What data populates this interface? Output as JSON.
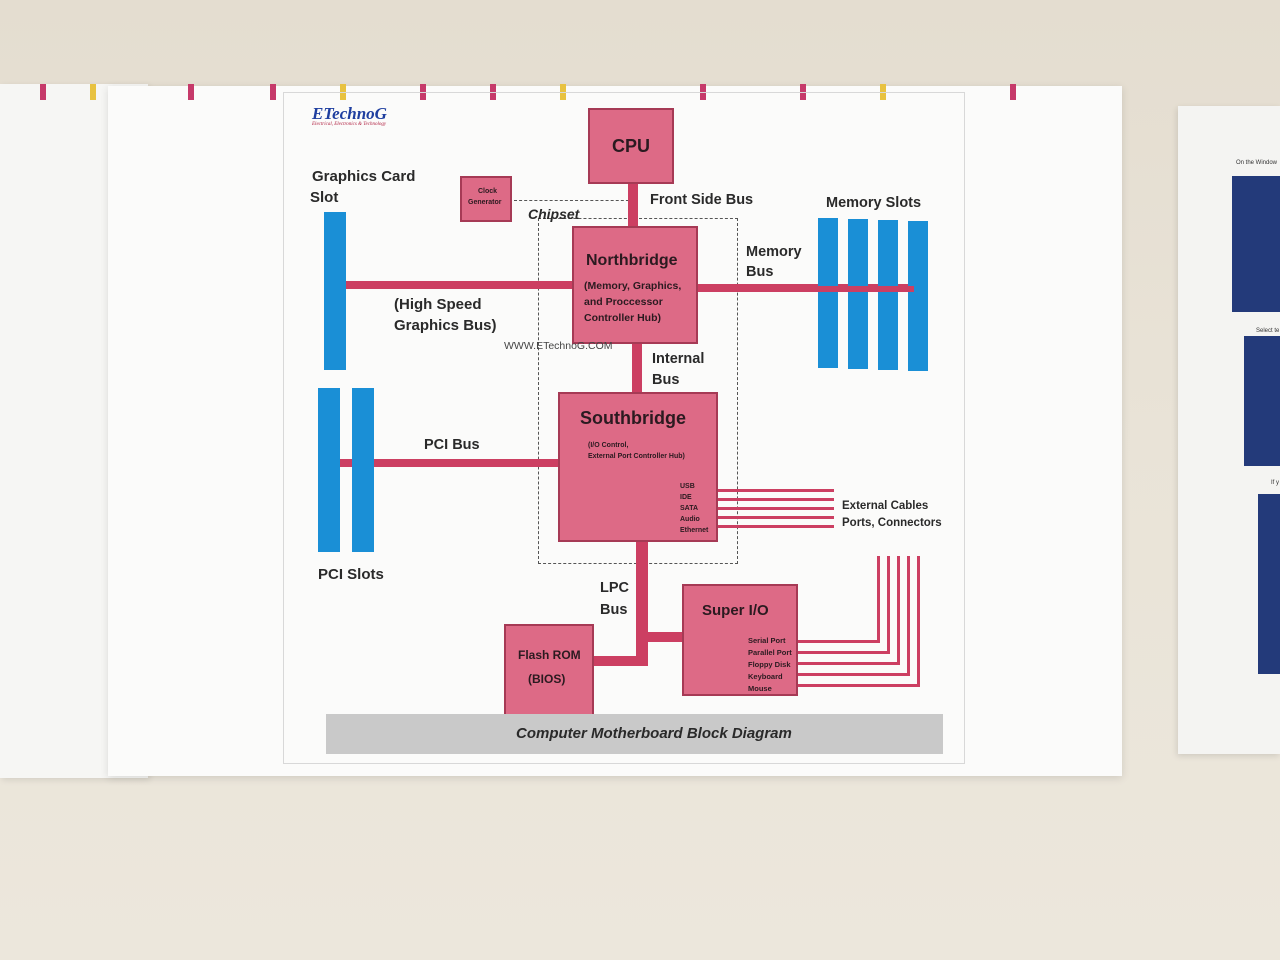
{
  "logo": {
    "brand": "ETechnoG",
    "tagline": "Electrical, Electronics & Technology"
  },
  "blocks": {
    "cpu": "CPU",
    "clock_line1": "Clock",
    "clock_line2": "Generator",
    "northbridge_title": "Northbridge",
    "northbridge_desc1": "(Memory, Graphics,",
    "northbridge_desc2": "and Proccessor",
    "northbridge_desc3": "Controller Hub)",
    "southbridge_title": "Southbridge",
    "southbridge_desc1": "(I/O Control,",
    "southbridge_desc2": "External Port Controller Hub)",
    "southbridge_ports": [
      "USB",
      "IDE",
      "SATA",
      "Audio",
      "Ethernet"
    ],
    "superio_title": "Super I/O",
    "superio_ports": [
      "Serial Port",
      "Parallel Port",
      "Floppy Disk",
      "Keyboard",
      "Mouse"
    ],
    "flashrom_line1": "Flash ROM",
    "flashrom_line2": "(BIOS)"
  },
  "labels": {
    "graphics_card_slot_1": "Graphics Card",
    "graphics_card_slot_2": "Slot",
    "front_side_bus": "Front Side Bus",
    "chipset": "Chipset",
    "memory_slots": "Memory Slots",
    "memory_bus_1": "Memory",
    "memory_bus_2": "Bus",
    "high_speed_1": "(High Speed",
    "high_speed_2": "Graphics Bus)",
    "website": "WWW.ETechnoG.COM",
    "internal_bus_1": "Internal",
    "internal_bus_2": "Bus",
    "pci_bus": "PCI Bus",
    "pci_slots": "PCI Slots",
    "external_1": "External Cables",
    "external_2": "Ports, Connectors",
    "lpc_1": "LPC",
    "lpc_2": "Bus"
  },
  "footer": "Computer Motherboard Block Diagram",
  "right_poster": {
    "line1": "On the Window",
    "line2": "Select te",
    "line3": "If y"
  },
  "colors": {
    "block": "#dd6a86",
    "bus": "#cc3f62",
    "slot": "#1a8fd6",
    "footer_bar": "#c9c9c9"
  }
}
